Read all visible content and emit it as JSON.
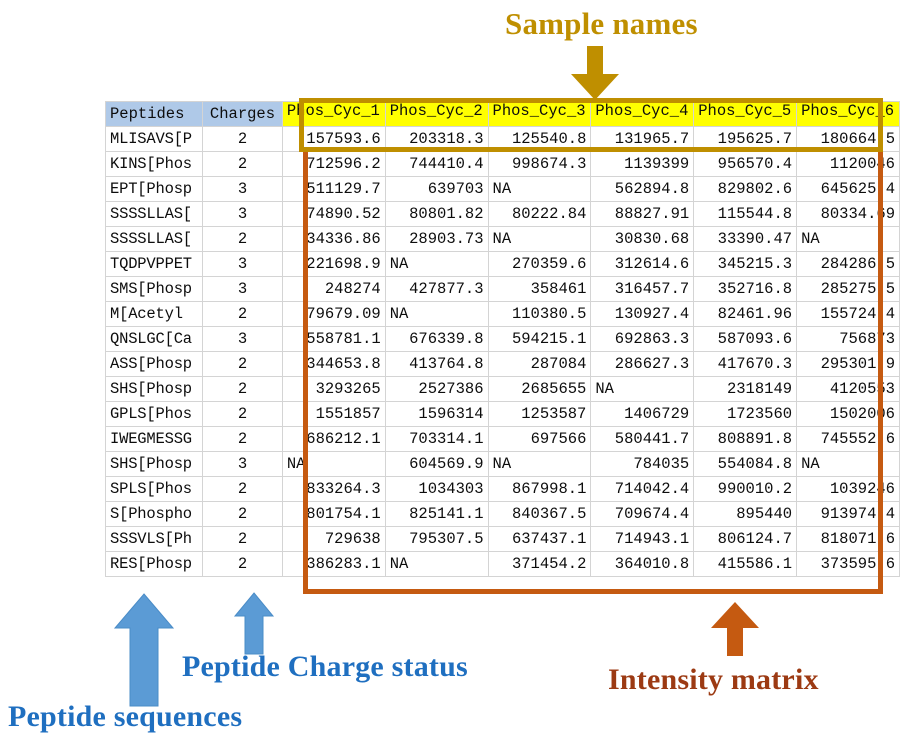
{
  "annotations": {
    "sample_names": "Sample names",
    "intensity_matrix": "Intensity matrix",
    "peptide_charge_status": "Peptide Charge status",
    "peptide_sequences": "Peptide sequences"
  },
  "colors": {
    "sample_names_accent": "#BF8F00",
    "intensity_matrix_accent": "#C55A11",
    "peptide_accent": "#5B9BD5",
    "peptide_label_text": "#1F6FC0",
    "header_fill_yellow": "#FFFF00",
    "header_fill_blue": "#AFC9E8"
  },
  "table": {
    "headers": {
      "peptides": "Peptides",
      "charges": "Charges",
      "samples": [
        "Phos_Cyc_1",
        "Phos_Cyc_2",
        "Phos_Cyc_3",
        "Phos_Cyc_4",
        "Phos_Cyc_5",
        "Phos_Cyc_6"
      ]
    },
    "rows": [
      {
        "peptide": "MLISAVS[P",
        "charge": "2",
        "values": [
          "157593.6",
          "203318.3",
          "125540.8",
          "131965.7",
          "195625.7",
          "180664.5"
        ]
      },
      {
        "peptide": "KINS[Phos",
        "charge": "2",
        "values": [
          "712596.2",
          "744410.4",
          "998674.3",
          "1139399",
          "956570.4",
          "1120046"
        ]
      },
      {
        "peptide": "EPT[Phosp",
        "charge": "3",
        "values": [
          "511129.7",
          "639703",
          "NA",
          "562894.8",
          "829802.6",
          "645625.4"
        ]
      },
      {
        "peptide": "SSSSLLAS[",
        "charge": "3",
        "values": [
          "74890.52",
          "80801.82",
          "80222.84",
          "88827.91",
          "115544.8",
          "80334.69"
        ]
      },
      {
        "peptide": "SSSSLLAS[",
        "charge": "2",
        "values": [
          "34336.86",
          "28903.73",
          "NA",
          "30830.68",
          "33390.47",
          "NA"
        ]
      },
      {
        "peptide": "TQDPVPPET",
        "charge": "3",
        "values": [
          "221698.9",
          "NA",
          "270359.6",
          "312614.6",
          "345215.3",
          "284286.5"
        ]
      },
      {
        "peptide": "SMS[Phosp",
        "charge": "3",
        "values": [
          "248274",
          "427877.3",
          "358461",
          "316457.7",
          "352716.8",
          "285275.5"
        ]
      },
      {
        "peptide": "M[Acetyl",
        "charge": "2",
        "values": [
          "79679.09",
          "NA",
          "110380.5",
          "130927.4",
          "82461.96",
          "155724.4"
        ]
      },
      {
        "peptide": "QNSLGC[Ca",
        "charge": "3",
        "values": [
          "558781.1",
          "676339.8",
          "594215.1",
          "692863.3",
          "587093.6",
          "756873"
        ]
      },
      {
        "peptide": "ASS[Phosp",
        "charge": "2",
        "values": [
          "344653.8",
          "413764.8",
          "287084",
          "286627.3",
          "417670.3",
          "295301.9"
        ]
      },
      {
        "peptide": "SHS[Phosp",
        "charge": "2",
        "values": [
          "3293265",
          "2527386",
          "2685655",
          "NA",
          "2318149",
          "4120553"
        ]
      },
      {
        "peptide": "GPLS[Phos",
        "charge": "2",
        "values": [
          "1551857",
          "1596314",
          "1253587",
          "1406729",
          "1723560",
          "1502006"
        ]
      },
      {
        "peptide": "IWEGMESSG",
        "charge": "2",
        "values": [
          "686212.1",
          "703314.1",
          "697566",
          "580441.7",
          "808891.8",
          "745552.6"
        ]
      },
      {
        "peptide": "SHS[Phosp",
        "charge": "3",
        "values": [
          "NA",
          "604569.9",
          "NA",
          "784035",
          "554084.8",
          "NA"
        ]
      },
      {
        "peptide": "SPLS[Phos",
        "charge": "2",
        "values": [
          "833264.3",
          "1034303",
          "867998.1",
          "714042.4",
          "990010.2",
          "1039246"
        ]
      },
      {
        "peptide": "S[Phospho",
        "charge": "2",
        "values": [
          "801754.1",
          "825141.1",
          "840367.5",
          "709674.4",
          "895440",
          "913974.4"
        ]
      },
      {
        "peptide": "SSSVLS[Ph",
        "charge": "2",
        "values": [
          "729638",
          "795307.5",
          "637437.1",
          "714943.1",
          "806124.7",
          "818071.6"
        ]
      },
      {
        "peptide": "RES[Phosp",
        "charge": "2",
        "values": [
          "386283.1",
          "NA",
          "371454.2",
          "364010.8",
          "415586.1",
          "373595.6"
        ]
      }
    ]
  }
}
